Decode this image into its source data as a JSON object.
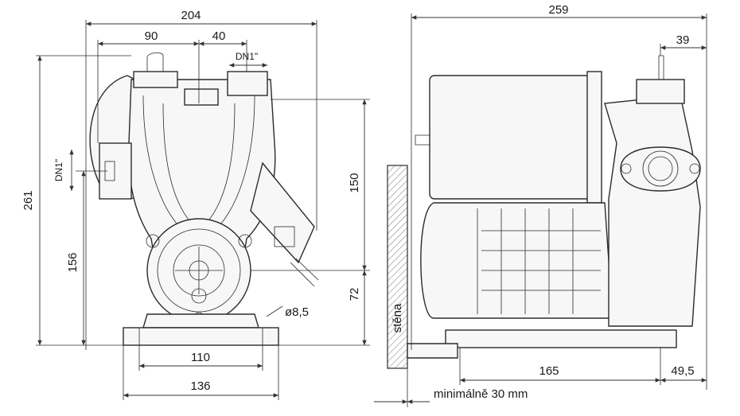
{
  "dimensions": {
    "front_width": "204",
    "front_left_offset": "90",
    "front_right_offset": "40",
    "front_outlet": "DN1\"",
    "front_inlet": "DN1\"",
    "total_height": "261",
    "inlet_height": "156",
    "upper_height": "150",
    "lower_height": "72",
    "hole": "ø8,5",
    "base_holes": "110",
    "base_width": "136",
    "side_length": "259",
    "side_top_offset": "39",
    "side_base": "165",
    "side_overhang": "49,5",
    "wall_label": "stěna",
    "min_clearance": "minimálně 30 mm"
  },
  "colors": {
    "line": "#2b2b2b",
    "fill": "#f7f7f7"
  }
}
